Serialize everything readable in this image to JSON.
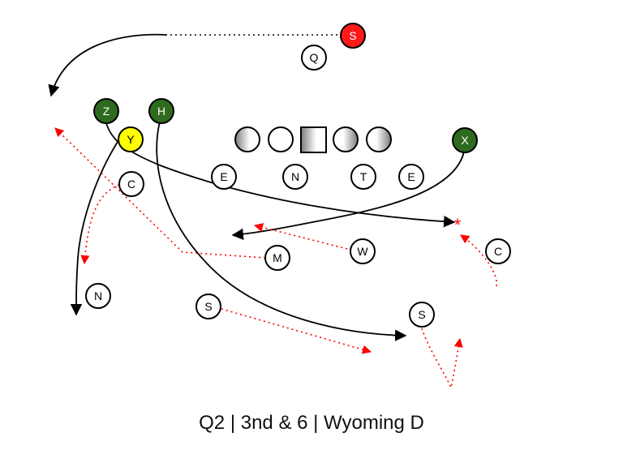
{
  "caption": {
    "quarter": "Q2",
    "down_distance": "3nd & 6",
    "team": "Wyoming D",
    "separator": "|"
  },
  "colors": {
    "qb_player": "#ff1a1a",
    "receiver": "#2e6b1f",
    "tight_end": "#ffff00",
    "defender": "#ffffff",
    "route_line": "#000000",
    "coverage_line": "#ff0000"
  },
  "offense": {
    "S": "S",
    "Q": "Q",
    "Z": "Z",
    "H": "H",
    "Y": "Y",
    "X": "X"
  },
  "defense": {
    "E_left": "E",
    "N_line": "N",
    "T": "T",
    "E_right": "E",
    "C_left": "C",
    "M": "M",
    "W": "W",
    "C_right": "C",
    "N_deep": "N",
    "S_left": "S",
    "S_right": "S"
  },
  "marker": "*"
}
